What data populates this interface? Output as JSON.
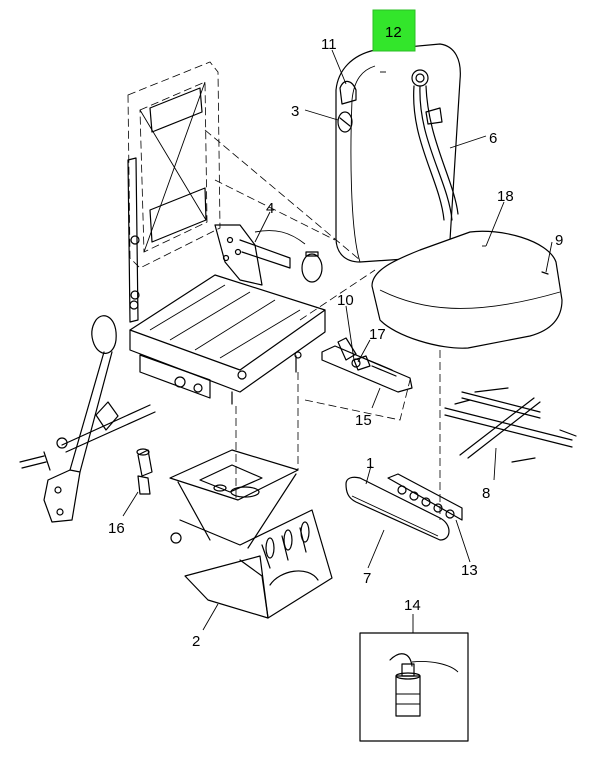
{
  "callouts": {
    "c1": "1",
    "c2": "2",
    "c3": "3",
    "c4": "4",
    "c6": "6",
    "c7": "7",
    "c8": "8",
    "c9": "9",
    "c10": "10",
    "c11": "11",
    "c12": "12",
    "c13": "13",
    "c14": "14",
    "c15": "15",
    "c16": "16",
    "c17": "17",
    "c18": "18"
  },
  "colors": {
    "highlight": "#33e62b",
    "line": "#000000"
  },
  "highlighted_callout": "12"
}
